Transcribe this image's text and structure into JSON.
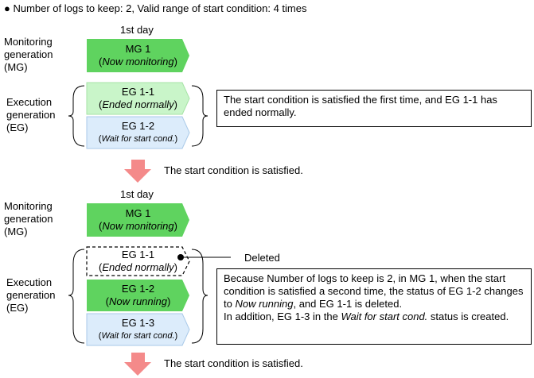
{
  "header": "● Number of logs to keep: 2, Valid range of start condition: 4 times",
  "colors": {
    "mg_fill": "#5fd35f",
    "eg_done_fill": "#c9f5c9",
    "eg_wait_fill": "#dcecfb",
    "arrow_fill": "#f48a8a"
  },
  "panel1": {
    "day": "1st day",
    "mg_label": [
      "Monitoring",
      "generation",
      "(MG)"
    ],
    "eg_label": [
      "Execution",
      "generation",
      "(EG)"
    ],
    "mg1": {
      "title": "MG 1",
      "status": "Now monitoring"
    },
    "eg1": {
      "title": "EG 1-1",
      "status": "Ended normally"
    },
    "eg2": {
      "title": "EG 1-2",
      "status": "Wait for start cond."
    },
    "note": "The start condition is satisfied the first time, and EG 1-1 has ended normally."
  },
  "transition1": "The start condition is satisfied.",
  "panel2": {
    "day": "1st day",
    "mg_label": [
      "Monitoring",
      "generation",
      "(MG)"
    ],
    "eg_label": [
      "Execution",
      "generation",
      "(EG)"
    ],
    "mg1": {
      "title": "MG 1",
      "status": "Now monitoring"
    },
    "eg1": {
      "title": "EG 1-1",
      "status": "Ended normally"
    },
    "eg2": {
      "title": "EG 1-2",
      "status": "Now running"
    },
    "eg3": {
      "title": "EG 1-3",
      "status": "Wait for start cond."
    },
    "deleted_label": "Deleted",
    "note": {
      "p1": "Because Number of logs to keep is 2, in MG 1, when the start condition is satisfied a second time, the status of EG 1-2 changes to ",
      "p1_em": "Now running",
      "p1_end": ", and EG 1-1 is deleted.",
      "p2": "In addition, EG 1-3 in the ",
      "p2_em": "Wait for start cond.",
      "p2_end": " status is created."
    }
  },
  "transition2": "The start condition is satisfied."
}
